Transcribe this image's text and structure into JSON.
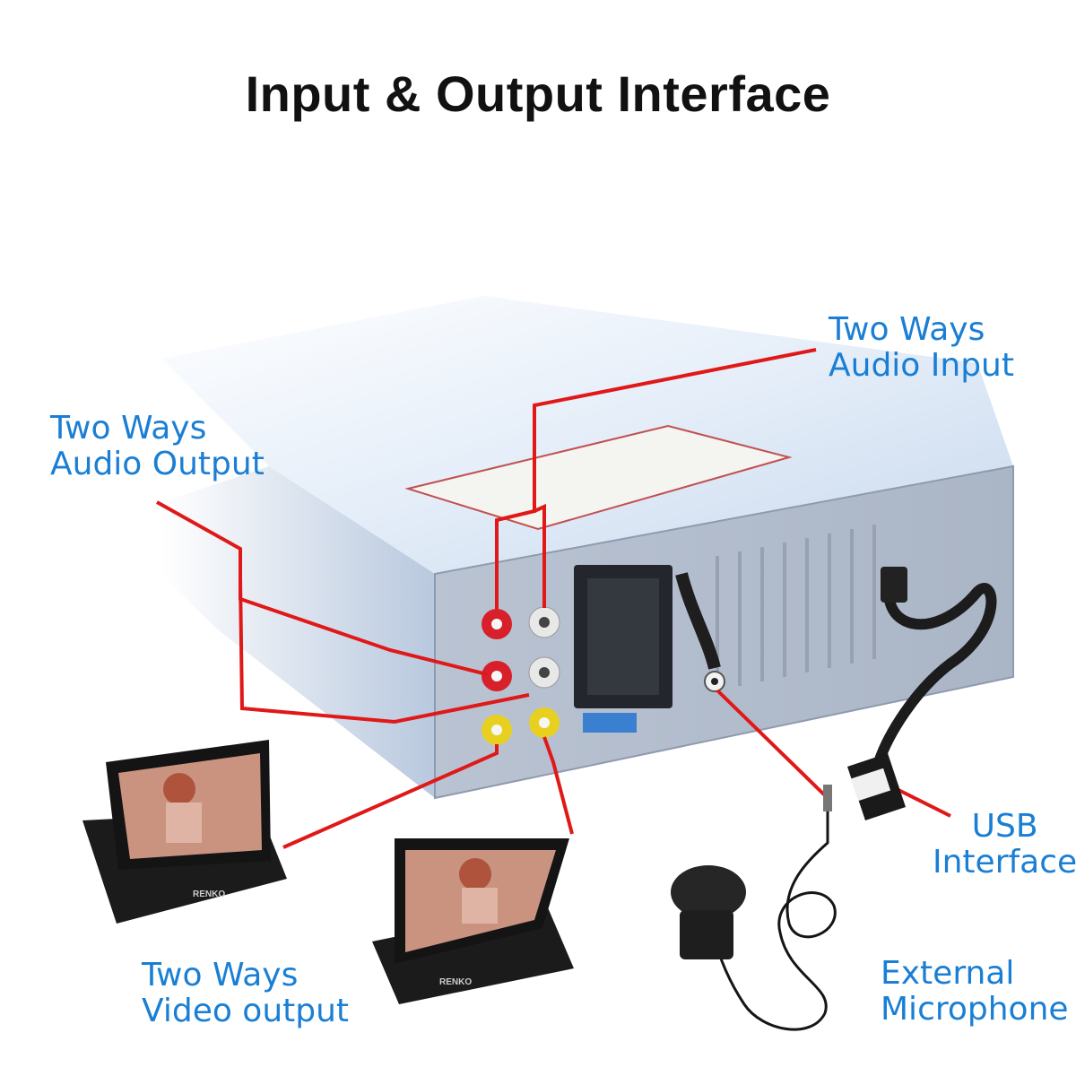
{
  "title": "Input & Output Interface",
  "labels": {
    "audio_input": {
      "line1": "Two Ways",
      "line2": "Audio Input"
    },
    "audio_output": {
      "line1": "Two Ways",
      "line2": "Audio Output"
    },
    "video_output": {
      "line1": "Two Ways",
      "line2": "Video output"
    },
    "usb": {
      "line1": "USB",
      "line2": "Interface"
    },
    "microphone": {
      "line1": "External",
      "line2": "Microphone"
    }
  },
  "monitor_brand": "RENKO",
  "colors": {
    "label": "#1a7fd4",
    "connector_line": "#e01818",
    "rca_red": "#d8202a",
    "rca_white": "#e8e8e8",
    "rca_yellow": "#e8d020"
  }
}
